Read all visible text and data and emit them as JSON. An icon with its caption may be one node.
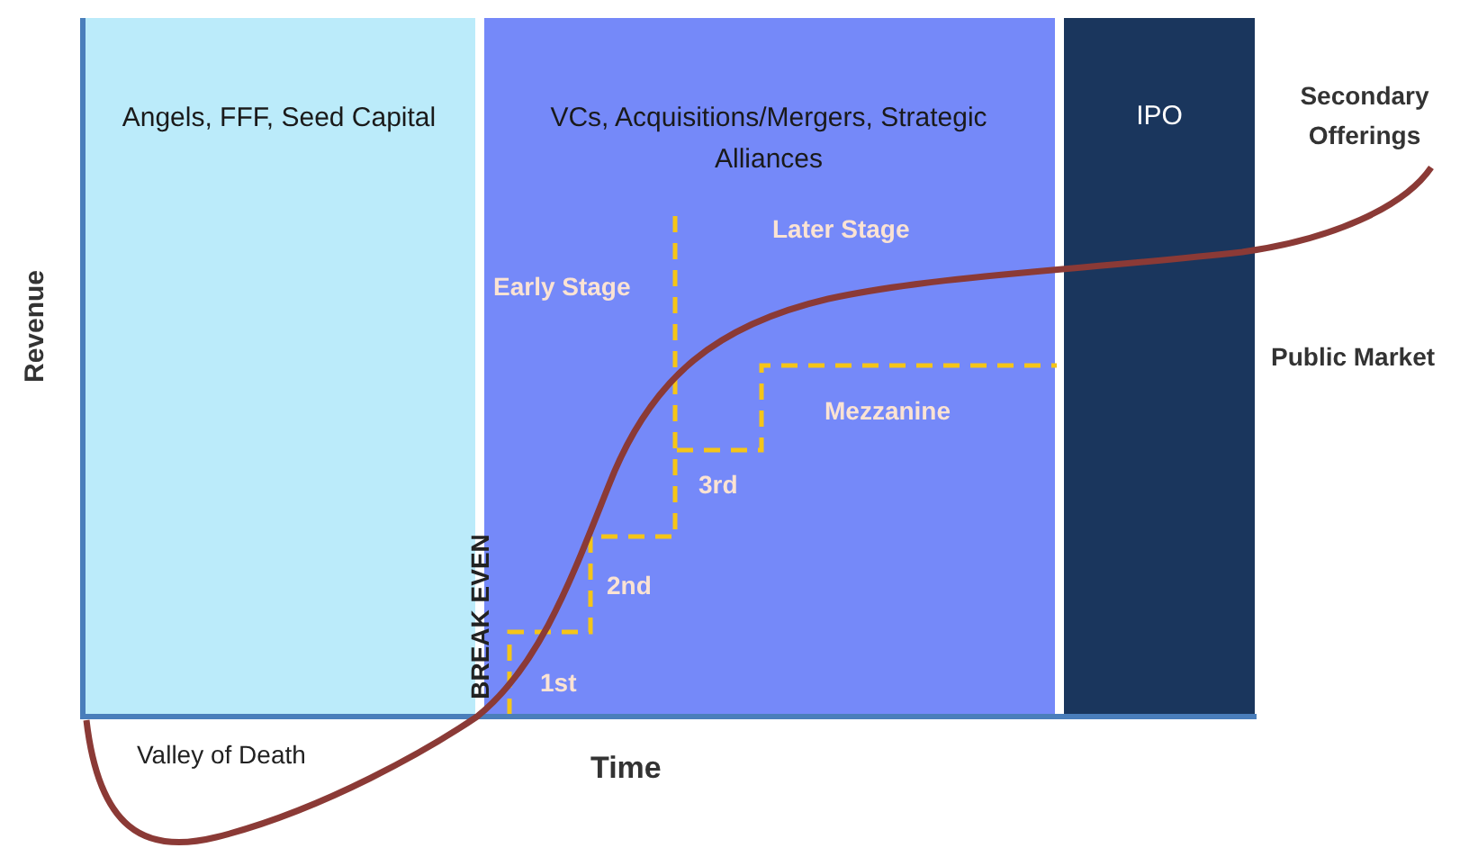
{
  "diagram": {
    "nodes": [
      {
        "text": [
          "Angels, FFF, Seed Capital",
          "BREAK EVEN"
        ]
      },
      {
        "text": [
          "VCs, Acquisitions/Mergers, Strategic Alliances",
          "Later Stage",
          "Early Stage",
          "Mezzanine",
          "3rd",
          "2nd",
          "1st"
        ]
      },
      {
        "text": [
          "IPO"
        ]
      }
    ],
    "labels": [
      "Secondary Offerings",
      "Revenue",
      "Public Market",
      "Valley of Death",
      "Time"
    ]
  }
}
